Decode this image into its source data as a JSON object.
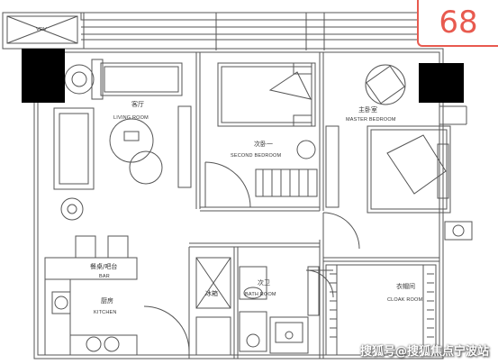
{
  "badge": {
    "number": "68",
    "color": "#e85a4f"
  },
  "rooms": {
    "living": {
      "cn": "客厅",
      "en": "LIVING ROOM"
    },
    "second_bedroom": {
      "cn": "次卧一",
      "en": "SECOND BEDROOM"
    },
    "master_bedroom": {
      "cn": "主卧室",
      "en": "MASTER BEDROOM"
    },
    "dining_bar": {
      "cn": "餐桌/吧台",
      "en": "BAR"
    },
    "kitchen": {
      "cn": "厨房",
      "en": "KITCHEN"
    },
    "bathroom": {
      "cn": "次卫",
      "en": "BATH ROOM"
    },
    "cloakroom": {
      "cn": "衣帽间",
      "en": "CLOAK ROOM"
    },
    "fridge": {
      "cn": "冰箱"
    }
  },
  "misc": {
    "vrv": "VRV"
  },
  "watermark": "搜狐号@搜狐焦点宁波站",
  "colors": {
    "wall": "#4a4a4a",
    "line": "#555555",
    "pillar": "#000000"
  }
}
